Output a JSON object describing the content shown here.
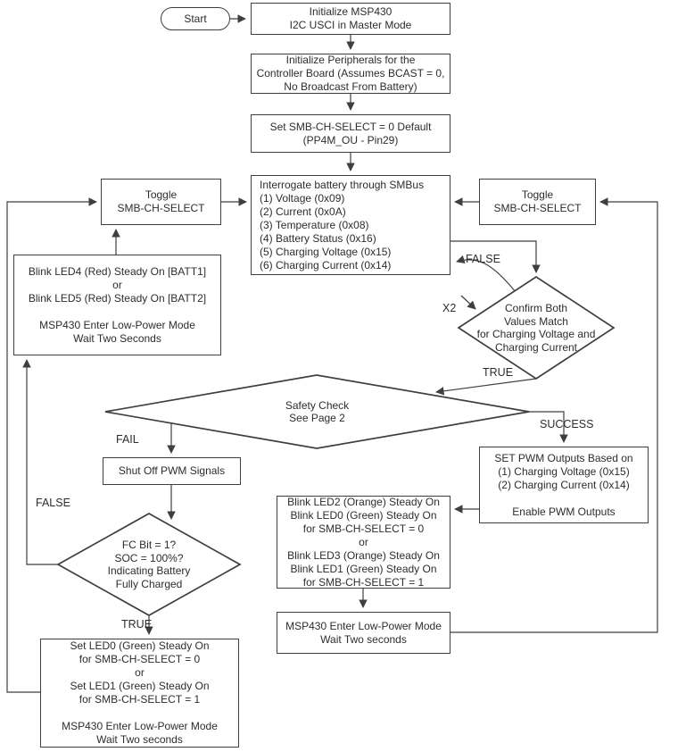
{
  "title": "MSP430 SMBus Battery Charger Flowchart",
  "colors": {
    "stroke": "#3f3f3f",
    "text": "#2d2d2d",
    "background": "#ffffff"
  },
  "nodes": {
    "start": {
      "label": "Start"
    },
    "init_msp430": {
      "lines": [
        "Initialize MSP430",
        "I2C USCI in Master Mode"
      ]
    },
    "init_peripherals": {
      "lines": [
        "Initialize Peripherals for the",
        "Controller Board (Assumes BCAST = 0,",
        "No Broadcast From Battery)"
      ]
    },
    "set_smb_default": {
      "lines": [
        "Set SMB-CH-SELECT = 0 Default",
        "(PP4M_OU - Pin29)"
      ]
    },
    "interrogate": {
      "lines": [
        "Interrogate battery through SMBus",
        "(1) Voltage (0x09)",
        "(2) Current (0x0A)",
        "(3) Temperature (0x08)",
        "(4) Battery Status (0x16)",
        "(5) Charging Voltage (0x15)",
        "(6) Charging Current (0x14)"
      ]
    },
    "toggle_left": {
      "lines": [
        "Toggle",
        "SMB-CH-SELECT"
      ]
    },
    "toggle_right": {
      "lines": [
        "Toggle",
        "SMB-CH-SELECT"
      ]
    },
    "blink_red": {
      "lines": [
        "Blink LED4 (Red) Steady On [BATT1]",
        "or",
        "Blink LED5 (Red) Steady On [BATT2]",
        "",
        "MSP430 Enter Low-Power Mode",
        "Wait Two Seconds"
      ]
    },
    "confirm_match": {
      "lines": [
        "Confirm Both",
        "Values Match",
        "for Charging Voltage and",
        "Charging Current"
      ]
    },
    "safety_check": {
      "lines": [
        "Safety Check",
        "See Page 2"
      ]
    },
    "shut_off_pwm": {
      "lines": [
        "Shut Off PWM Signals"
      ]
    },
    "fc_bit": {
      "lines": [
        "FC Bit = 1?",
        "SOC = 100%?",
        "Indicating Battery",
        "Fully Charged"
      ]
    },
    "set_green": {
      "lines": [
        "Set LED0 (Green) Steady On",
        "for SMB-CH-SELECT = 0",
        "or",
        "Set LED1 (Green) Steady On",
        "for SMB-CH-SELECT = 1",
        "",
        "MSP430 Enter Low-Power Mode",
        "Wait Two seconds"
      ]
    },
    "set_pwm": {
      "lines": [
        "SET PWM Outputs Based on",
        "(1) Charging Voltage (0x15)",
        "(2) Charging Current (0x14)",
        "",
        "Enable PWM Outputs"
      ]
    },
    "blink_charge": {
      "lines": [
        "Blink LED2 (Orange) Steady On",
        "Blink LED0 (Green) Steady On",
        "for SMB-CH-SELECT = 0",
        "or",
        "Blink LED3 (Orange) Steady On",
        "Blink LED1 (Green) Steady On",
        "for SMB-CH-SELECT = 1"
      ]
    },
    "low_power": {
      "lines": [
        "MSP430 Enter Low-Power Mode",
        "Wait Two seconds"
      ]
    }
  },
  "edge_labels": {
    "false_confirm": "FALSE",
    "x2": "X2",
    "true_confirm": "TRUE",
    "success": "SUCCESS",
    "fail": "FAIL",
    "true_fc": "TRUE",
    "false_fc": "FALSE"
  }
}
